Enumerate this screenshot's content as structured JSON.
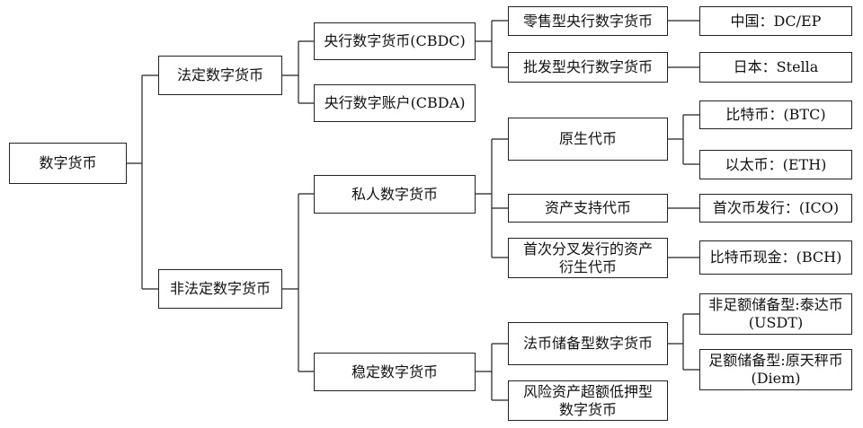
{
  "tree": {
    "root": "数字货币",
    "fiat": "法定数字货币",
    "nonfiat": "非法定数字货币",
    "cbdc": "央行数字货币(CBDC)",
    "cbda": "央行数字账户(CBDA)",
    "retail": "零售型央行数字货币",
    "wholesale": "批发型央行数字货币",
    "china": "中国：DC/EP",
    "japan": "日本：Stella",
    "private": "私人数字货币",
    "stable": "稳定数字货币",
    "native": "原生代币",
    "asset_backed": "资产支持代币",
    "derivative": "首次分叉发行的资产衍生代币",
    "btc": "比特币：(BTC)",
    "eth": "以太币：(ETH)",
    "ico": "首次币发行：(ICO)",
    "bch": "比特币现金：(BCH)",
    "fiat_reserve": "法币储备型数字货币",
    "risk_asset": "风险资产超额低押型数字货币",
    "usdt": "非足额储备型:泰达币(USDT)",
    "diem": "足额储备型:原天秤币(Diem)"
  }
}
